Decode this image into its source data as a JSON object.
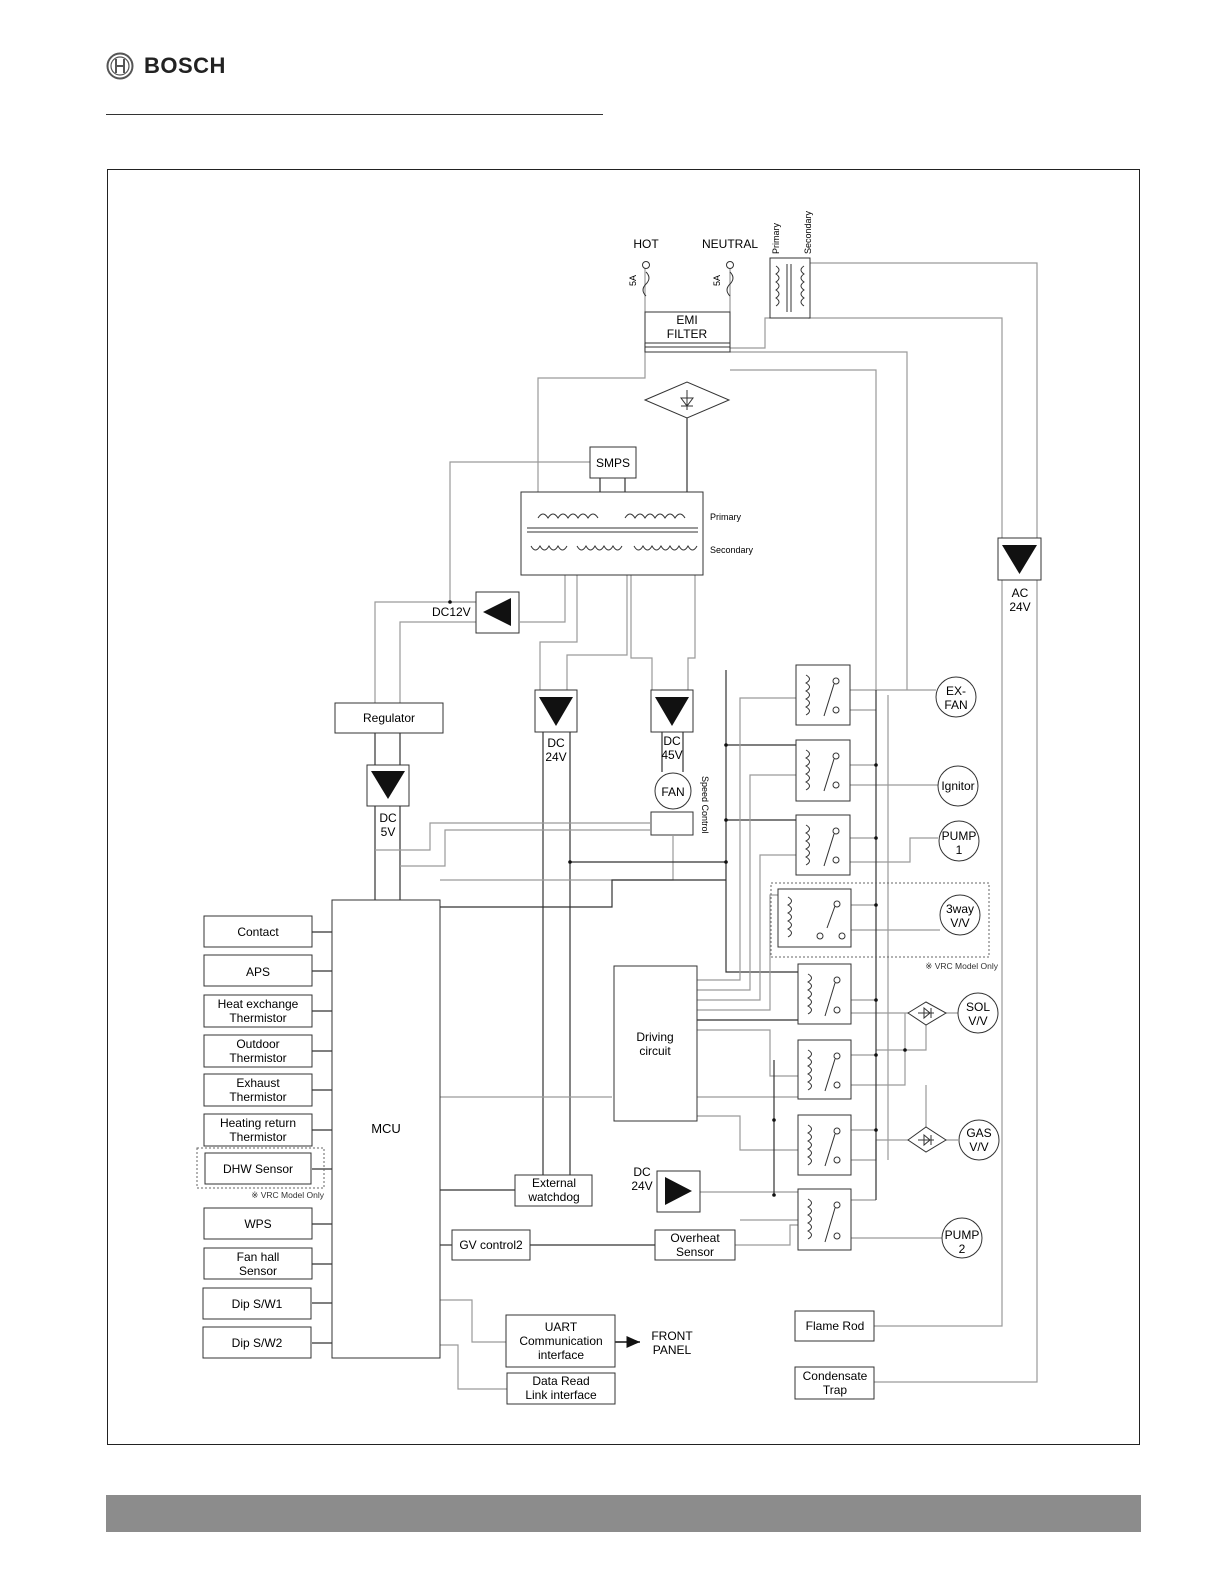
{
  "header": {
    "brand": "BOSCH"
  },
  "diagram": {
    "hot": "HOT",
    "neutral": "NEUTRAL",
    "fuse_hot": "5A",
    "fuse_neutral": "5A",
    "xfmr_top_primary": "Primary",
    "xfmr_top_secondary": "Secondary",
    "emi_line1": "EMI",
    "emi_line2": "FILTER",
    "smps": "SMPS",
    "xfmr_primary": "Primary",
    "xfmr_secondary": "Secondary",
    "dc12v": "DC12V",
    "regulator": "Regulator",
    "dc5v_l1": "DC",
    "dc5v_l2": "5V",
    "dc24v_l1": "DC",
    "dc24v_l2": "24V",
    "dc45v_l1": "DC",
    "dc45v_l2": "45V",
    "fan": "FAN",
    "speed_control": "Speed Control",
    "ac24v_l1": "AC",
    "ac24v_l2": "24V",
    "mcu": "MCU",
    "inputs": {
      "contact": "Contact",
      "aps": "APS",
      "heat_exchange_l1": "Heat exchange",
      "heat_exchange_l2": "Thermistor",
      "outdoor_l1": "Outdoor",
      "outdoor_l2": "Thermistor",
      "exhaust_l1": "Exhaust",
      "exhaust_l2": "Thermistor",
      "heating_return_l1": "Heating return",
      "heating_return_l2": "Thermistor",
      "dhw_sensor": "DHW Sensor",
      "vrc_note_dhw": "※ VRC Model Only",
      "wps": "WPS",
      "fan_hall_l1": "Fan hall",
      "fan_hall_l2": "Sensor",
      "dip1": "Dip S/W1",
      "dip2": "Dip S/W2"
    },
    "driving_l1": "Driving",
    "driving_l2": "circuit",
    "external_l1": "External",
    "external_l2": "watchdog",
    "dc24v_wd_l1": "DC",
    "dc24v_wd_l2": "24V",
    "gv_control": "GV control2",
    "overheat_l1": "Overheat",
    "overheat_l2": "Sensor",
    "uart_l1": "UART",
    "uart_l2": "Communication",
    "uart_l3": "interface",
    "front_l1": "FRONT",
    "front_l2": "PANEL",
    "dataread_l1": "Data Read",
    "dataread_l2": "Link interface",
    "loads": {
      "exfan_l1": "EX-",
      "exfan_l2": "FAN",
      "ignitor": "Ignitor",
      "pump1_l1": "PUMP",
      "pump1_l2": "1",
      "threeway_l1": "3way",
      "threeway_l2": "V/V",
      "vrc_note_3way": "※ VRC Model Only",
      "sol_l1": "SOL",
      "sol_l2": "V/V",
      "gas_l1": "GAS",
      "gas_l2": "V/V",
      "pump2_l1": "PUMP",
      "pump2_l2": "2"
    },
    "flame_rod": "Flame Rod",
    "condensate_l1": "Condensate",
    "condensate_l2": "Trap"
  }
}
